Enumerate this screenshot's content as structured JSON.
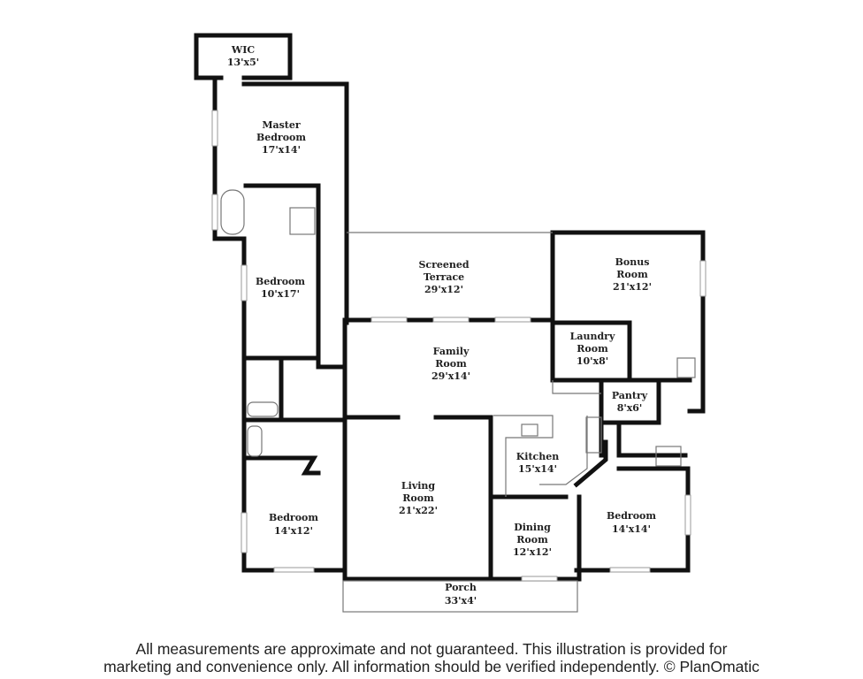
{
  "rooms": {
    "wic": {
      "name": "WIC",
      "size": "13'x5'"
    },
    "master_bedroom": {
      "name1": "Master",
      "name2": "Bedroom",
      "size": "17'x14'"
    },
    "screened_terrace": {
      "name1": "Screened",
      "name2": "Terrace",
      "size": "29'x12'"
    },
    "bonus_room": {
      "name1": "Bonus",
      "name2": "Room",
      "size": "21'x12'"
    },
    "bedroom_2": {
      "name": "Bedroom",
      "size": "10'x17'"
    },
    "laundry_room": {
      "name1": "Laundry",
      "name2": "Room",
      "size": "10'x8'"
    },
    "family_room": {
      "name1": "Family",
      "name2": "Room",
      "size": "29'x14'"
    },
    "pantry": {
      "name": "Pantry",
      "size": "8'x6'"
    },
    "kitchen": {
      "name": "Kitchen",
      "size": "15'x14'"
    },
    "living_room": {
      "name1": "Living",
      "name2": "Room",
      "size": "21'x22'"
    },
    "bedroom_3": {
      "name": "Bedroom",
      "size": "14'x12'"
    },
    "dining_room": {
      "name1": "Dining",
      "name2": "Room",
      "size": "12'x12'"
    },
    "bedroom_4": {
      "name": "Bedroom",
      "size": "14'x14'"
    },
    "porch": {
      "name": "Porch",
      "size": "33'x4'"
    }
  },
  "footer": {
    "line1": "All measurements are approximate and not guaranteed. This illustration is provided for",
    "line2": "marketing and convenience only. All information should be verified independently. © PlanOmatic"
  }
}
